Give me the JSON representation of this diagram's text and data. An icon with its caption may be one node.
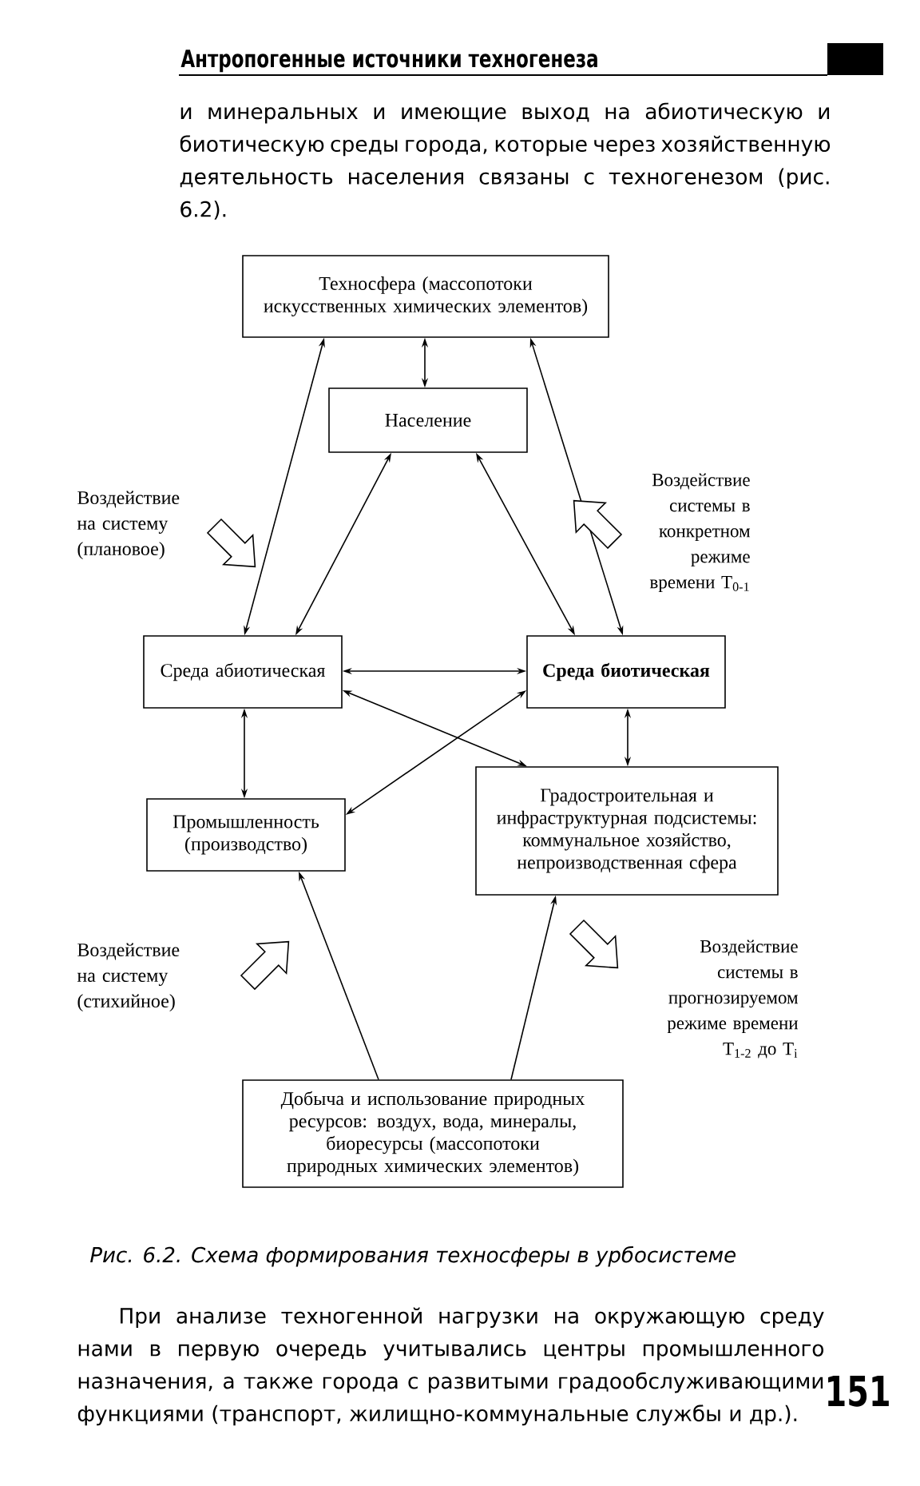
{
  "diagram": {
    "title": "Антропогенные источники техногенеза",
    "caption": "Рис. 6.2. Схема формирования техносферы в урбосистеме",
    "nodes": [
      {
        "text": [
          "Техносфера (массопотоки искусственных химических элементов)"
        ]
      },
      {
        "text": [
          "Население"
        ]
      },
      {
        "text": [
          "Среда абиотическая"
        ]
      },
      {
        "text": [
          "Среда биотическая"
        ]
      },
      {
        "text": [
          "Промышленность (производство)"
        ]
      },
      {
        "text": [
          "Градостроительная и инфраструктурная подсистемы: коммунальное хозяйство, непроизводственная сфера"
        ]
      },
      {
        "text": [
          "Добыча и использование природных ресурсов: воздух, вода, минералы, биоресурсы (массопотоки природных химических элементов)"
        ]
      }
    ],
    "edges": [
      {
        "from": 0,
        "to": 1,
        "arrow": "both"
      },
      {
        "from": 0,
        "to": 2,
        "arrow": "both"
      },
      {
        "from": 0,
        "to": 3,
        "arrow": "both"
      },
      {
        "from": 1,
        "to": 2,
        "arrow": "both"
      },
      {
        "from": 1,
        "to": 3,
        "arrow": "both"
      },
      {
        "from": 2,
        "to": 3,
        "arrow": "both"
      },
      {
        "from": 2,
        "to": 5,
        "arrow": "both"
      },
      {
        "from": 3,
        "to": 4,
        "arrow": "both"
      },
      {
        "from": 2,
        "to": 4,
        "arrow": "both"
      },
      {
        "from": 3,
        "to": 5,
        "arrow": "both"
      },
      {
        "from": 6,
        "to": 4,
        "arrow": "to"
      },
      {
        "from": 6,
        "to": 5,
        "arrow": "to"
      }
    ],
    "labels": [
      "и минеральных и имеющие выход на абиотическую и биотическую среды города, которые через хозяйственную деятельность населения связаны с техногенезом (рис. 6.2).",
      "Воздействие на систему (плановое)",
      "Воздействие системы в конкретном режиме времени T$_{0-1}$",
      "Воздействие на систему (стихийное)",
      "Воздействие системы в прогнозируемом режиме времени T$_{1-2}$ до T$_{i}$",
      "При анализе техногенной нагрузки на окружающую среду нами в первую очередь учитывались центры промышленного назначения, а также города с развитыми градообслуживающими функциями (транспорт, жилищно-коммунальные службы и др.).",
      "151"
    ]
  }
}
